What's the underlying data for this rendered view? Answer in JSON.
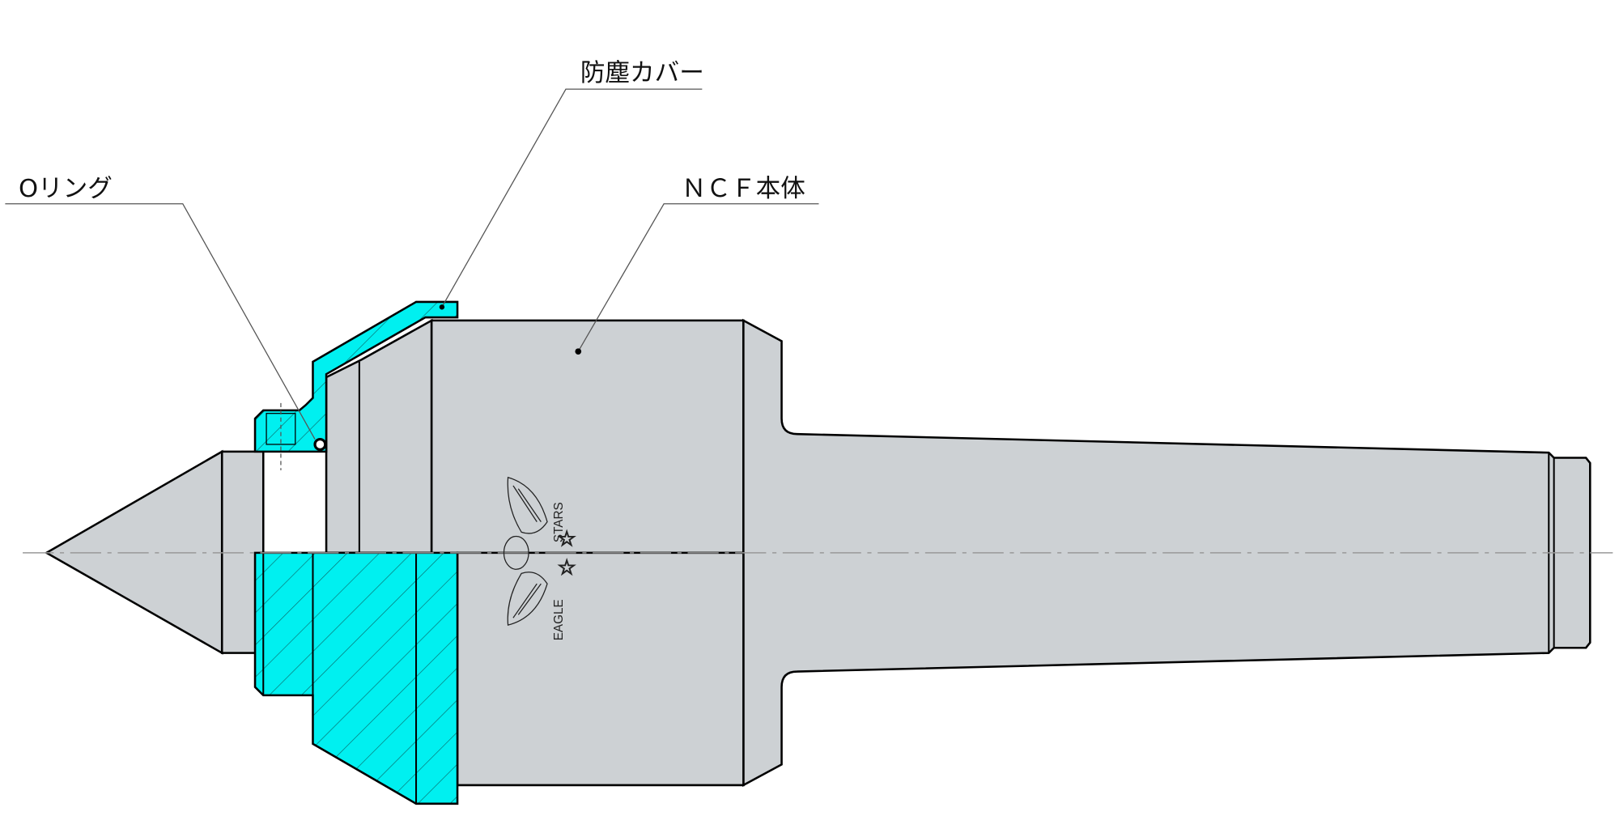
{
  "labels": {
    "o_ring": "Oリング",
    "dust_cover": "防塵カバー",
    "ncf_body": "ＮＣＦ本体"
  },
  "logo": {
    "text_top": "STARS",
    "text_bottom": "EAGLE"
  },
  "colors": {
    "section": "#00f0f0",
    "body": "#cdd1d4"
  }
}
